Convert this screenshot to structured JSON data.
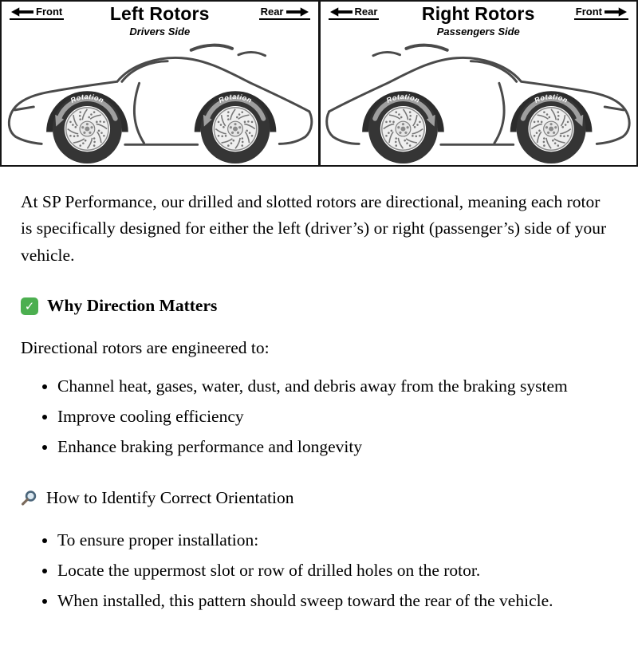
{
  "colors": {
    "check_green": "#4caf50",
    "magnifier_ring": "#4a657a",
    "diagram_line": "#4a4a4a"
  },
  "diagram": {
    "rotation_label": "Rotation",
    "panels": [
      {
        "title": "Left Rotors",
        "subtitle": "Drivers Side",
        "left_label": "Front",
        "right_label": "Rear"
      },
      {
        "title": "Right Rotors",
        "subtitle": "Passengers Side",
        "left_label": "Rear",
        "right_label": "Front"
      }
    ]
  },
  "content": {
    "intro": "At SP Performance, our drilled and slotted rotors are directional, meaning each rotor is specifically designed for either the left (driver’s) or right (passenger’s) side of your vehicle.",
    "section1": {
      "icon": "check-icon",
      "heading": "Why Direction Matters",
      "lead": "Directional rotors are engineered to:",
      "bullets": [
        "Channel heat, gases, water, dust, and debris away from the braking system",
        "Improve cooling efficiency",
        "Enhance braking performance and longevity"
      ]
    },
    "section2": {
      "icon": "magnifier-icon",
      "heading": "How to Identify Correct Orientation",
      "bullets": [
        "To ensure proper installation:",
        "Locate the uppermost slot or row of drilled holes on the rotor.",
        "When installed, this pattern should sweep toward the rear of the vehicle."
      ]
    }
  }
}
